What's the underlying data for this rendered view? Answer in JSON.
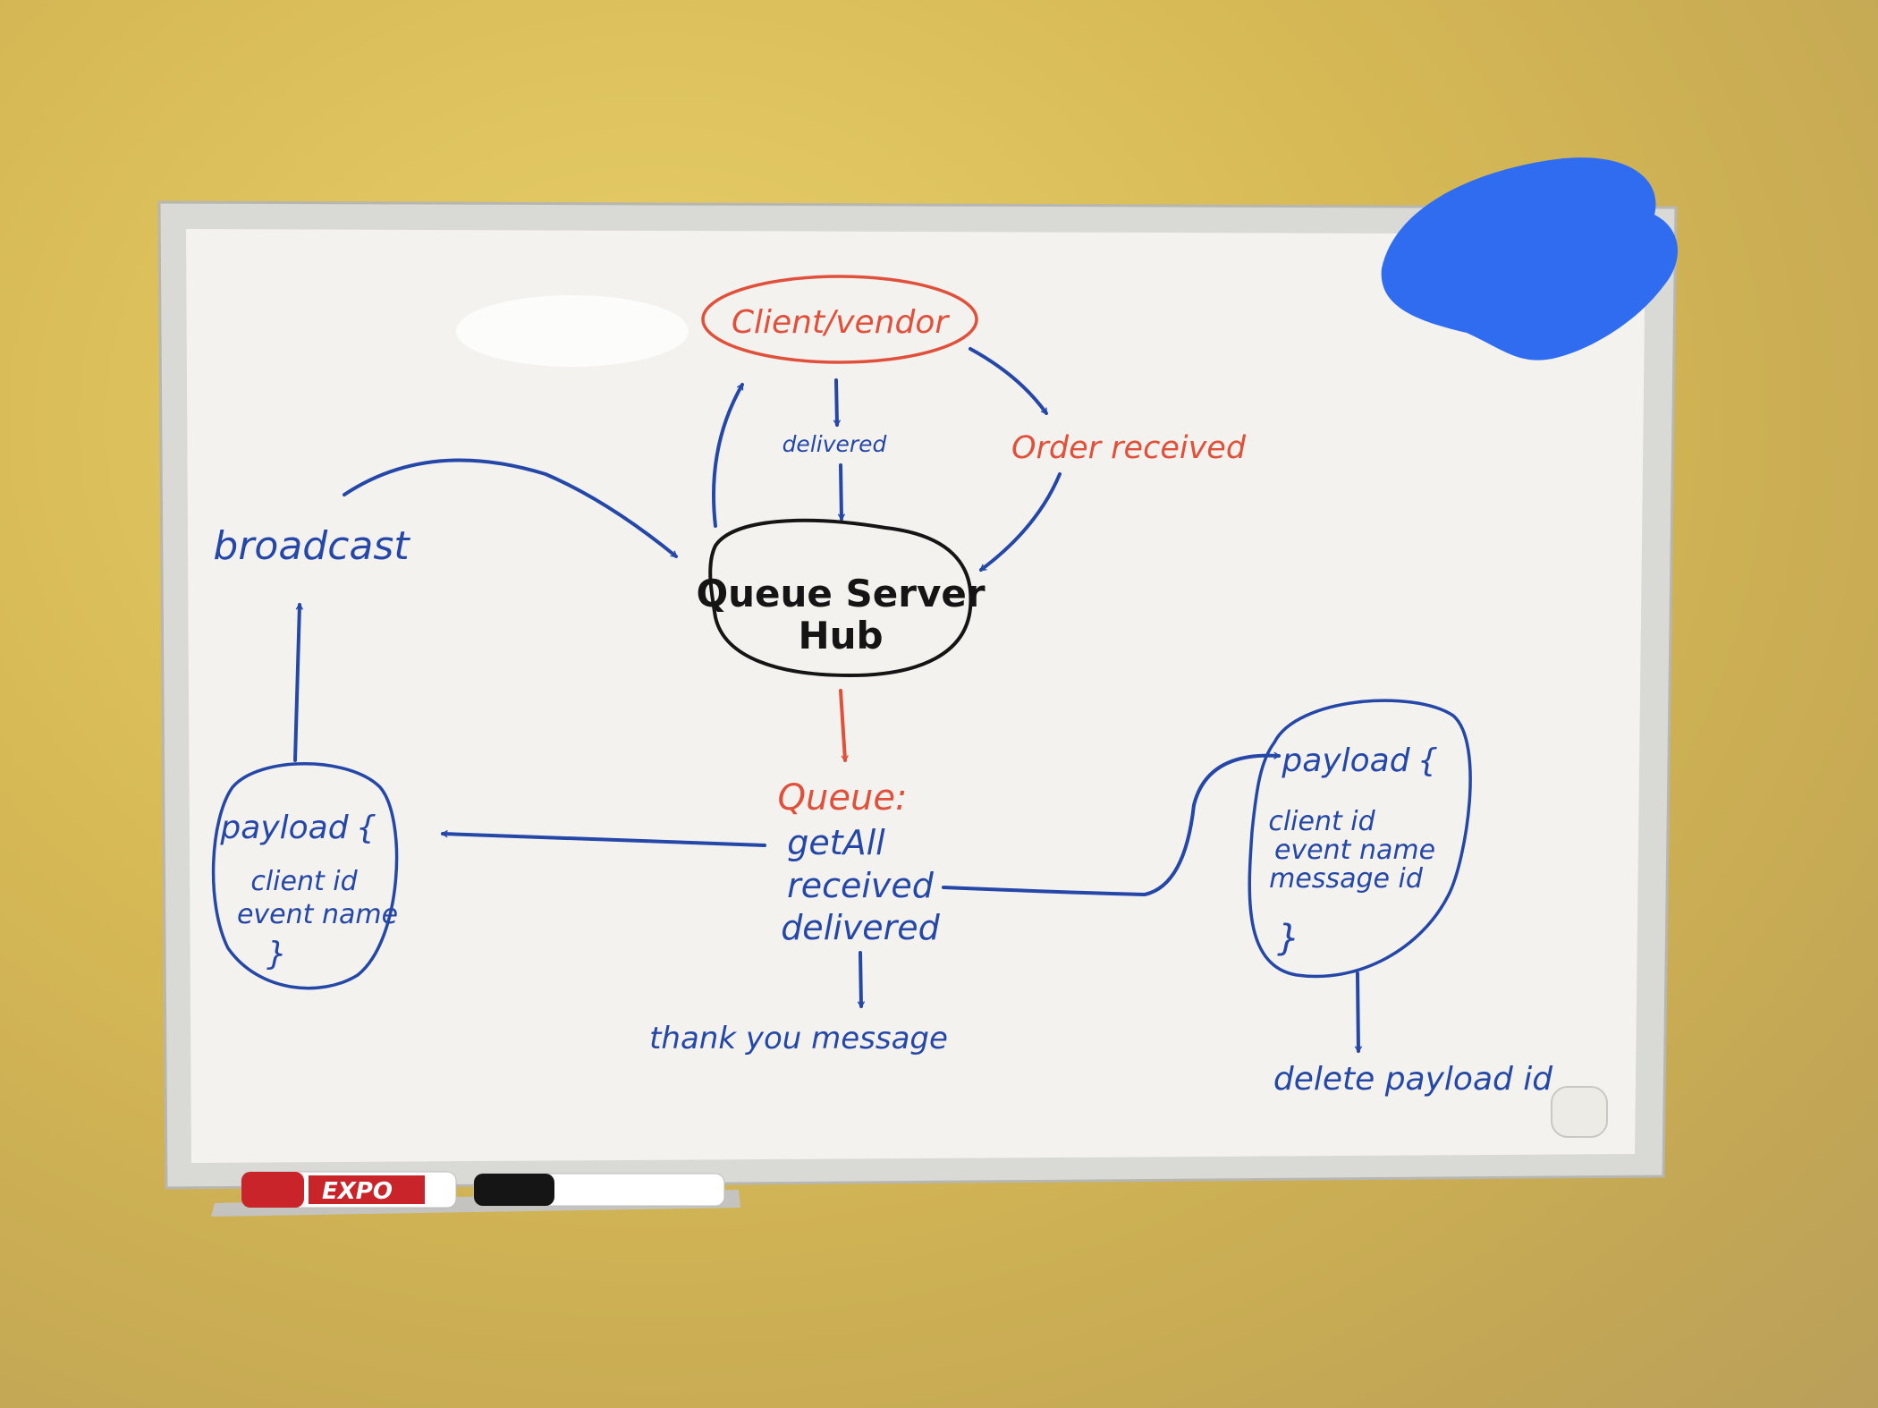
{
  "colors": {
    "wall": "#d6b955",
    "board": "#f3f2ee",
    "frame": "#d9d9d6",
    "blue_ink": "#2447a8",
    "red_ink": "#e0503a",
    "black_ink": "#151515",
    "redaction": "#2f6cf0"
  },
  "nodes": {
    "client_vendor": "Client/vendor",
    "delivered_label": "delivered",
    "order_received": "Order received",
    "broadcast": "broadcast",
    "hub_line1": "Queue Server",
    "hub_line2": "Hub",
    "queue_title": "Queue:",
    "queue_items": [
      "getAll",
      "received",
      "delivered"
    ],
    "thank_you": "thank you message",
    "delete_payload": "delete payload id"
  },
  "payload_left": {
    "title": "payload",
    "open_brace": "{",
    "fields": [
      "client id",
      "event name"
    ],
    "close_brace": "}"
  },
  "payload_right": {
    "title": "payload",
    "open_brace": "{",
    "fields": [
      "client id",
      "event name",
      "message id"
    ],
    "close_brace": "}"
  },
  "markers": {
    "red_marker_label": "EXPO"
  },
  "icons": {
    "redaction": "redaction-blob",
    "magnet": "magnet"
  }
}
